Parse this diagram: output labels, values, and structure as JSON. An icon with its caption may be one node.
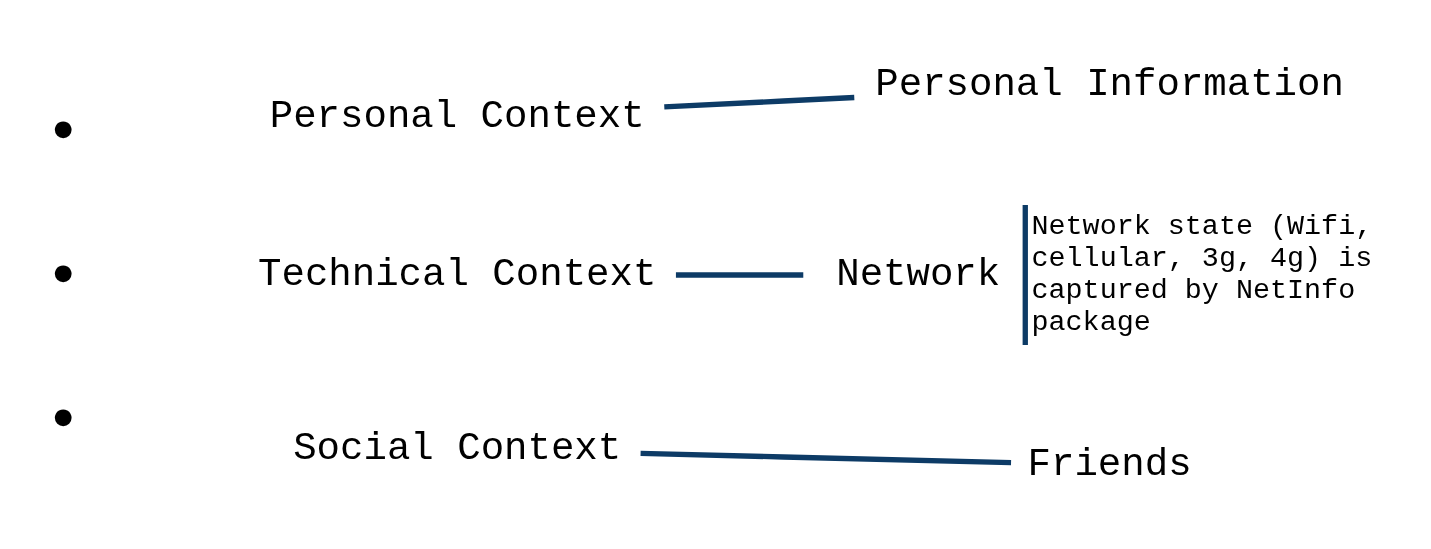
{
  "diagram": {
    "nodes": [
      {
        "text": [
          "Personal Context"
        ]
      },
      {
        "text": [
          "Personal Information"
        ]
      },
      {
        "text": [
          "Technical Context"
        ]
      },
      {
        "text": [
          "Network",
          "Network state (Wifi, cellular, 3g, 4g) is captured by NetInfo package"
        ]
      },
      {
        "text": [
          "Social Context"
        ]
      },
      {
        "text": [
          "Friends"
        ]
      }
    ],
    "edges": [
      {
        "from": 0,
        "to": 1,
        "arrow": "none"
      },
      {
        "from": 2,
        "to": 3,
        "arrow": "none"
      },
      {
        "from": 4,
        "to": 5,
        "arrow": "none"
      }
    ],
    "labels": [
      "●",
      "●",
      "●"
    ]
  }
}
